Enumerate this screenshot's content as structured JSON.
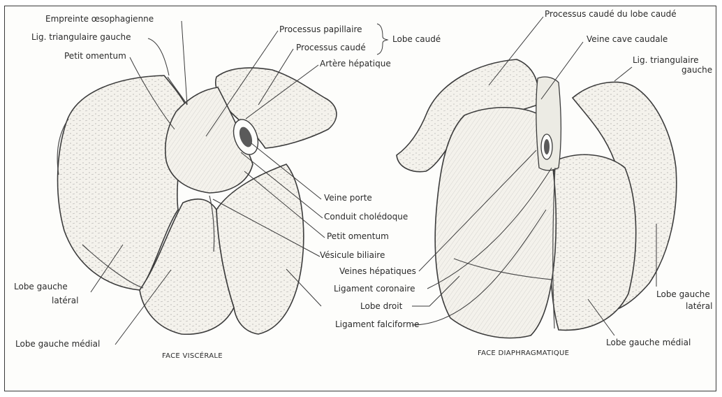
{
  "colors": {
    "ink": "#2a2a2a",
    "paper": "#fdfdfb",
    "organ": "#f4f2ec",
    "stipple": "#6a6a6a"
  },
  "left_view": {
    "caption": "FACE VISCÉRALE",
    "labels": {
      "empreinte": "Empreinte œsophagienne",
      "lig_triangulaire": "Lig. triangulaire gauche",
      "petit_omentum_top": "Petit omentum",
      "processus_papillaire": "Processus papillaire",
      "processus_caude": "Processus caudé",
      "lobe_caude": "Lobe caudé",
      "artere_hepatique": "Artère hépatique",
      "veine_porte": "Veine porte",
      "conduit_choledoque": "Conduit cholédoque",
      "petit_omentum": "Petit omentum",
      "vesicule_biliaire": "Vésicule biliaire",
      "lobe_gauche_lateral_1": "Lobe gauche",
      "lobe_gauche_lateral_2": "latéral",
      "lobe_gauche_medial": "Lobe gauche médial"
    }
  },
  "center_labels": {
    "veines_hepatiques": "Veines hépatiques",
    "ligament_coronaire": "Ligament coronaire",
    "lobe_droit": "Lobe droit",
    "ligament_falciforme": "Ligament falciforme"
  },
  "right_view": {
    "caption": "FACE DIAPHRAGMATIQUE",
    "labels": {
      "processus_caude_lobe": "Processus caudé du lobe caudé",
      "veine_cave": "Veine cave caudale",
      "lig_triangulaire_1": "Lig. triangulaire",
      "lig_triangulaire_2": "gauche",
      "lobe_gauche_lateral_1": "Lobe gauche",
      "lobe_gauche_lateral_2": "latéral",
      "lobe_gauche_medial": "Lobe gauche médial"
    }
  }
}
